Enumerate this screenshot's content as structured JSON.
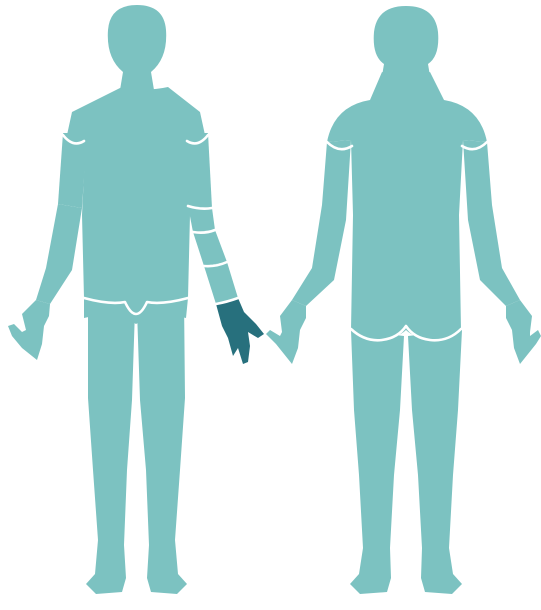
{
  "colors": {
    "body": "#7cc2c1",
    "selected": "#27707d",
    "seam": "#ffffff",
    "background": "#ffffff"
  },
  "figures": [
    {
      "view": "front",
      "selected_region": "left-hand"
    },
    {
      "view": "back",
      "selected_region": null
    }
  ]
}
